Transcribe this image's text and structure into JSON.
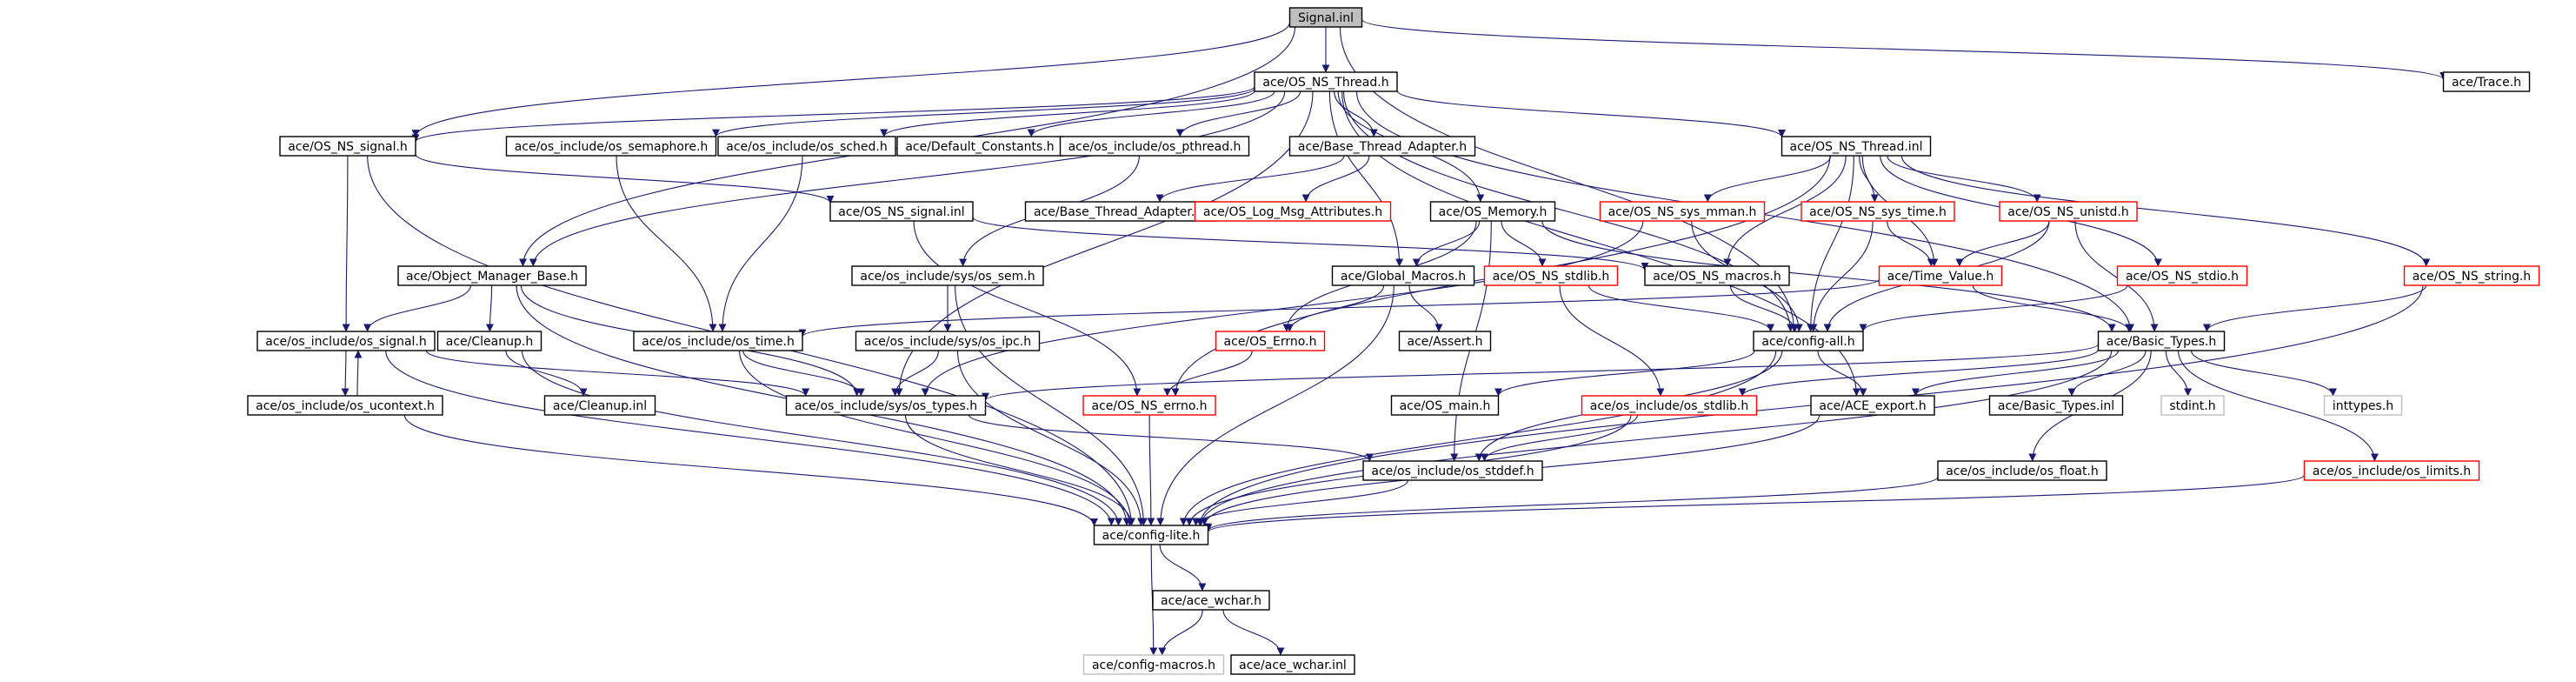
{
  "colors": {
    "edge": "#191970",
    "border_normal": "#000000",
    "border_red": "#ff0000",
    "border_gray": "#bfbfbf",
    "root_fill": "#bfbfbf",
    "node_fill": "#ffffff"
  },
  "nodes": [
    {
      "id": "signal_inl",
      "label": "Signal.inl",
      "style": "root"
    },
    {
      "id": "os_ns_thread_h",
      "label": "ace/OS_NS_Thread.h",
      "style": "normal"
    },
    {
      "id": "trace_h",
      "label": "ace/Trace.h",
      "style": "normal"
    },
    {
      "id": "os_ns_signal_h",
      "label": "ace/OS_NS_signal.h",
      "style": "normal"
    },
    {
      "id": "os_semaphore_h",
      "label": "ace/os_include/os_semaphore.h",
      "style": "normal"
    },
    {
      "id": "os_sched_h",
      "label": "ace/os_include/os_sched.h",
      "style": "normal"
    },
    {
      "id": "default_constants_h",
      "label": "ace/Default_Constants.h",
      "style": "normal"
    },
    {
      "id": "os_pthread_h",
      "label": "ace/os_include/os_pthread.h",
      "style": "normal"
    },
    {
      "id": "base_thread_adapter_h",
      "label": "ace/Base_Thread_Adapter.h",
      "style": "normal"
    },
    {
      "id": "os_ns_thread_inl",
      "label": "ace/OS_NS_Thread.inl",
      "style": "normal"
    },
    {
      "id": "os_ns_signal_inl",
      "label": "ace/OS_NS_signal.inl",
      "style": "normal"
    },
    {
      "id": "base_thread_adapter_inl",
      "label": "ace/Base_Thread_Adapter.inl",
      "style": "normal"
    },
    {
      "id": "os_log_msg_attributes_h",
      "label": "ace/OS_Log_Msg_Attributes.h",
      "style": "red"
    },
    {
      "id": "os_memory_h",
      "label": "ace/OS_Memory.h",
      "style": "normal"
    },
    {
      "id": "os_ns_sys_mman_h",
      "label": "ace/OS_NS_sys_mman.h",
      "style": "red"
    },
    {
      "id": "os_ns_sys_time_h",
      "label": "ace/OS_NS_sys_time.h",
      "style": "red"
    },
    {
      "id": "os_ns_unistd_h",
      "label": "ace/OS_NS_unistd.h",
      "style": "red"
    },
    {
      "id": "object_manager_base_h",
      "label": "ace/Object_Manager_Base.h",
      "style": "normal"
    },
    {
      "id": "sys_os_sem_h",
      "label": "ace/os_include/sys/os_sem.h",
      "style": "normal"
    },
    {
      "id": "global_macros_h",
      "label": "ace/Global_Macros.h",
      "style": "normal"
    },
    {
      "id": "os_ns_stdlib_h",
      "label": "ace/OS_NS_stdlib.h",
      "style": "red"
    },
    {
      "id": "os_ns_macros_h",
      "label": "ace/OS_NS_macros.h",
      "style": "normal"
    },
    {
      "id": "time_value_h",
      "label": "ace/Time_Value.h",
      "style": "red"
    },
    {
      "id": "os_ns_stdio_h",
      "label": "ace/OS_NS_stdio.h",
      "style": "red"
    },
    {
      "id": "os_ns_string_h",
      "label": "ace/OS_NS_string.h",
      "style": "red"
    },
    {
      "id": "os_include_os_signal_h",
      "label": "ace/os_include/os_signal.h",
      "style": "normal"
    },
    {
      "id": "cleanup_h",
      "label": "ace/Cleanup.h",
      "style": "normal"
    },
    {
      "id": "os_time_h",
      "label": "ace/os_include/os_time.h",
      "style": "normal"
    },
    {
      "id": "sys_os_ipc_h",
      "label": "ace/os_include/sys/os_ipc.h",
      "style": "normal"
    },
    {
      "id": "os_errno_h",
      "label": "ace/OS_Errno.h",
      "style": "red"
    },
    {
      "id": "assert_h",
      "label": "ace/Assert.h",
      "style": "normal"
    },
    {
      "id": "config_all_h",
      "label": "ace/config-all.h",
      "style": "normal"
    },
    {
      "id": "basic_types_h",
      "label": "ace/Basic_Types.h",
      "style": "normal"
    },
    {
      "id": "os_ucontext_h",
      "label": "ace/os_include/os_ucontext.h",
      "style": "normal"
    },
    {
      "id": "cleanup_inl",
      "label": "ace/Cleanup.inl",
      "style": "normal"
    },
    {
      "id": "sys_os_types_h",
      "label": "ace/os_include/sys/os_types.h",
      "style": "normal"
    },
    {
      "id": "os_ns_errno_h",
      "label": "ace/OS_NS_errno.h",
      "style": "red"
    },
    {
      "id": "os_main_h",
      "label": "ace/OS_main.h",
      "style": "normal"
    },
    {
      "id": "os_include_os_stdlib_h",
      "label": "ace/os_include/os_stdlib.h",
      "style": "red"
    },
    {
      "id": "ace_export_h",
      "label": "ace/ACE_export.h",
      "style": "normal"
    },
    {
      "id": "basic_types_inl",
      "label": "ace/Basic_Types.inl",
      "style": "normal"
    },
    {
      "id": "stdint_h",
      "label": "stdint.h",
      "style": "gray"
    },
    {
      "id": "inttypes_h",
      "label": "inttypes.h",
      "style": "gray"
    },
    {
      "id": "os_stddef_h",
      "label": "ace/os_include/os_stddef.h",
      "style": "normal"
    },
    {
      "id": "os_float_h",
      "label": "ace/os_include/os_float.h",
      "style": "normal"
    },
    {
      "id": "os_limits_h",
      "label": "ace/os_include/os_limits.h",
      "style": "red"
    },
    {
      "id": "config_lite_h",
      "label": "ace/config-lite.h",
      "style": "normal"
    },
    {
      "id": "ace_wchar_h",
      "label": "ace/ace_wchar.h",
      "style": "normal"
    },
    {
      "id": "config_macros_h",
      "label": "ace/config-macros.h",
      "style": "gray"
    },
    {
      "id": "ace_wchar_inl",
      "label": "ace/ace_wchar.inl",
      "style": "normal"
    }
  ],
  "edges": [
    [
      "signal_inl",
      "os_ns_thread_h"
    ],
    [
      "signal_inl",
      "trace_h"
    ],
    [
      "signal_inl",
      "os_ns_signal_h"
    ],
    [
      "signal_inl",
      "object_manager_base_h"
    ],
    [
      "signal_inl",
      "config_all_h"
    ],
    [
      "os_ns_thread_h",
      "os_ns_signal_h"
    ],
    [
      "os_ns_thread_h",
      "os_semaphore_h"
    ],
    [
      "os_ns_thread_h",
      "os_sched_h"
    ],
    [
      "os_ns_thread_h",
      "default_constants_h"
    ],
    [
      "os_ns_thread_h",
      "os_pthread_h"
    ],
    [
      "os_ns_thread_h",
      "base_thread_adapter_h"
    ],
    [
      "os_ns_thread_h",
      "os_ns_thread_inl"
    ],
    [
      "os_ns_thread_h",
      "os_memory_h"
    ],
    [
      "os_ns_thread_h",
      "object_manager_base_h"
    ],
    [
      "os_ns_thread_h",
      "global_macros_h"
    ],
    [
      "os_ns_thread_h",
      "config_all_h"
    ],
    [
      "os_ns_thread_h",
      "basic_types_h"
    ],
    [
      "os_ns_thread_h",
      "sys_os_types_h"
    ],
    [
      "os_ns_thread_h",
      "ace_export_h"
    ],
    [
      "os_ns_signal_h",
      "os_ns_signal_inl"
    ],
    [
      "os_ns_signal_h",
      "os_include_os_signal_h"
    ],
    [
      "os_ns_signal_h",
      "config_lite_h"
    ],
    [
      "os_semaphore_h",
      "os_time_h"
    ],
    [
      "os_sched_h",
      "os_time_h"
    ],
    [
      "os_pthread_h",
      "sys_os_sem_h"
    ],
    [
      "base_thread_adapter_h",
      "base_thread_adapter_inl"
    ],
    [
      "base_thread_adapter_h",
      "os_log_msg_attributes_h"
    ],
    [
      "os_ns_thread_inl",
      "os_ns_sys_mman_h"
    ],
    [
      "os_ns_thread_inl",
      "os_ns_sys_time_h"
    ],
    [
      "os_ns_thread_inl",
      "os_ns_unistd_h"
    ],
    [
      "os_ns_thread_inl",
      "os_ns_stdio_h"
    ],
    [
      "os_ns_thread_inl",
      "os_ns_string_h"
    ],
    [
      "os_ns_thread_inl",
      "time_value_h"
    ],
    [
      "os_ns_thread_inl",
      "os_ns_macros_h"
    ],
    [
      "os_ns_thread_inl",
      "os_ns_errno_h"
    ],
    [
      "os_ns_thread_inl",
      "config_all_h"
    ],
    [
      "os_ns_signal_inl",
      "os_ns_errno_h"
    ],
    [
      "os_ns_signal_inl",
      "os_ns_macros_h"
    ],
    [
      "os_memory_h",
      "os_ns_stdlib_h"
    ],
    [
      "os_memory_h",
      "os_errno_h"
    ],
    [
      "os_memory_h",
      "basic_types_h"
    ],
    [
      "os_memory_h",
      "global_macros_h"
    ],
    [
      "os_memory_h",
      "os_stddef_h"
    ],
    [
      "os_ns_sys_mman_h",
      "sys_os_types_h"
    ],
    [
      "os_ns_sys_mman_h",
      "config_all_h"
    ],
    [
      "os_ns_sys_time_h",
      "time_value_h"
    ],
    [
      "os_ns_sys_time_h",
      "config_all_h"
    ],
    [
      "os_ns_unistd_h",
      "time_value_h"
    ],
    [
      "os_ns_unistd_h",
      "config_all_h"
    ],
    [
      "os_ns_unistd_h",
      "basic_types_h"
    ],
    [
      "object_manager_base_h",
      "os_include_os_signal_h"
    ],
    [
      "object_manager_base_h",
      "cleanup_h"
    ],
    [
      "object_manager_base_h",
      "sys_os_types_h"
    ],
    [
      "object_manager_base_h",
      "config_lite_h"
    ],
    [
      "sys_os_sem_h",
      "sys_os_ipc_h"
    ],
    [
      "sys_os_sem_h",
      "config_lite_h"
    ],
    [
      "global_macros_h",
      "os_errno_h"
    ],
    [
      "global_macros_h",
      "assert_h"
    ],
    [
      "global_macros_h",
      "config_lite_h"
    ],
    [
      "os_ns_stdlib_h",
      "config_all_h"
    ],
    [
      "os_ns_stdlib_h",
      "os_include_os_stdlib_h"
    ],
    [
      "os_ns_macros_h",
      "config_all_h"
    ],
    [
      "time_value_h",
      "os_time_h"
    ],
    [
      "time_value_h",
      "basic_types_h"
    ],
    [
      "os_ns_stdio_h",
      "config_all_h"
    ],
    [
      "os_ns_string_h",
      "basic_types_h"
    ],
    [
      "os_ns_string_h",
      "config_lite_h"
    ],
    [
      "os_include_os_signal_h",
      "os_ucontext_h"
    ],
    [
      "os_include_os_signal_h",
      "sys_os_types_h"
    ],
    [
      "os_include_os_signal_h",
      "config_lite_h"
    ],
    [
      "os_ucontext_h",
      "os_include_os_signal_h"
    ],
    [
      "os_ucontext_h",
      "config_lite_h"
    ],
    [
      "cleanup_h",
      "cleanup_inl"
    ],
    [
      "cleanup_h",
      "config_lite_h"
    ],
    [
      "os_time_h",
      "sys_os_types_h"
    ],
    [
      "os_time_h",
      "config_lite_h"
    ],
    [
      "sys_os_ipc_h",
      "sys_os_types_h"
    ],
    [
      "sys_os_ipc_h",
      "config_lite_h"
    ],
    [
      "os_errno_h",
      "os_ns_errno_h"
    ],
    [
      "config_all_h",
      "os_main_h"
    ],
    [
      "config_all_h",
      "ace_export_h"
    ],
    [
      "config_all_h",
      "os_stddef_h"
    ],
    [
      "config_all_h",
      "config_lite_h"
    ],
    [
      "basic_types_h",
      "ace_export_h"
    ],
    [
      "basic_types_h",
      "basic_types_inl"
    ],
    [
      "basic_types_h",
      "stdint_h"
    ],
    [
      "basic_types_h",
      "inttypes_h"
    ],
    [
      "basic_types_h",
      "os_include_os_stdlib_h"
    ],
    [
      "basic_types_h",
      "os_float_h"
    ],
    [
      "basic_types_h",
      "os_limits_h"
    ],
    [
      "basic_types_h",
      "sys_os_types_h"
    ],
    [
      "basic_types_h",
      "config_lite_h"
    ],
    [
      "sys_os_types_h",
      "os_stddef_h"
    ],
    [
      "sys_os_types_h",
      "config_lite_h"
    ],
    [
      "os_ns_errno_h",
      "config_lite_h"
    ],
    [
      "os_include_os_stdlib_h",
      "os_stddef_h"
    ],
    [
      "os_include_os_stdlib_h",
      "config_lite_h"
    ],
    [
      "ace_export_h",
      "config_lite_h"
    ],
    [
      "os_stddef_h",
      "config_lite_h"
    ],
    [
      "os_float_h",
      "config_lite_h"
    ],
    [
      "os_limits_h",
      "config_lite_h"
    ],
    [
      "config_lite_h",
      "ace_wchar_h"
    ],
    [
      "config_lite_h",
      "config_macros_h"
    ],
    [
      "ace_wchar_h",
      "config_macros_h"
    ],
    [
      "ace_wchar_h",
      "ace_wchar_inl"
    ]
  ]
}
